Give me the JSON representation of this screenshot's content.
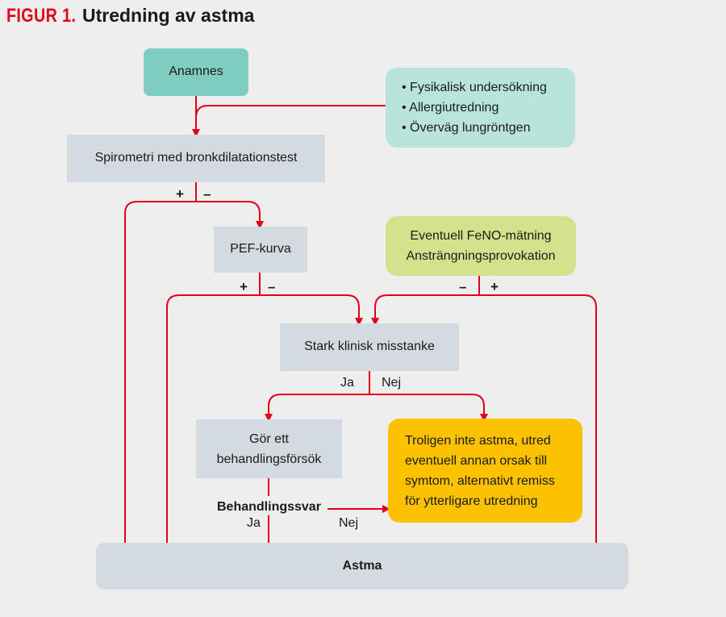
{
  "figure": {
    "label": "FIGUR 1.",
    "title": "Utredning av astma"
  },
  "nodes": {
    "anamnes": "Anamnes",
    "physical_list": [
      "Fysikalisk undersökning",
      "Allergiutredning",
      "Överväg lungröntgen"
    ],
    "spirometri": "Spirometri med bronkdilatationstest",
    "pef": "PEF-kurva",
    "feno": "Eventuell FeNO-mätning\nAnsträngningsprovokation",
    "stark": "Stark klinisk misstanke",
    "behandling": "Gör ett\nbehandlingsförsök",
    "troligen": "Troligen inte astma, utred\neventuell annan orsak till\nsymtom, alternativt remiss\nför ytterligare utredning",
    "astma": "Astma"
  },
  "edge_labels": {
    "spiro_plus": "+",
    "spiro_minus": "–",
    "pef_plus": "+",
    "pef_minus": "–",
    "feno_minus": "–",
    "feno_plus": "+",
    "stark_ja": "Ja",
    "stark_nej": "Nej",
    "behandlingssvar": "Behandlingssvar",
    "behandling_ja": "Ja",
    "behandling_nej": "Nej"
  },
  "colors": {
    "arrow": "#e3001b",
    "gray_box": "#d3dbe0",
    "teal_dark": "#7ecdc0",
    "teal_light": "#b9e4dc",
    "green": "#d5e28b",
    "yellow": "#fcc100"
  }
}
